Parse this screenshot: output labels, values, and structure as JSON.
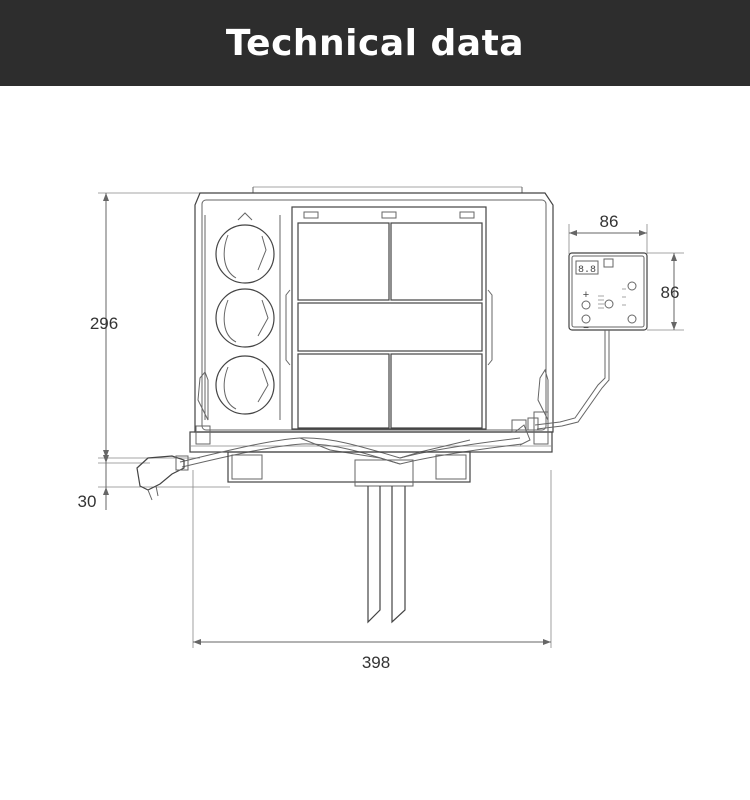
{
  "header": {
    "title": "Technical data"
  },
  "dimensions": {
    "height": "296",
    "base_height": "30",
    "width": "398",
    "panel_width": "86",
    "panel_height": "86"
  },
  "control_panel": {
    "display_text": "8.8",
    "plus_symbol": "+",
    "minus_symbol": "−"
  }
}
